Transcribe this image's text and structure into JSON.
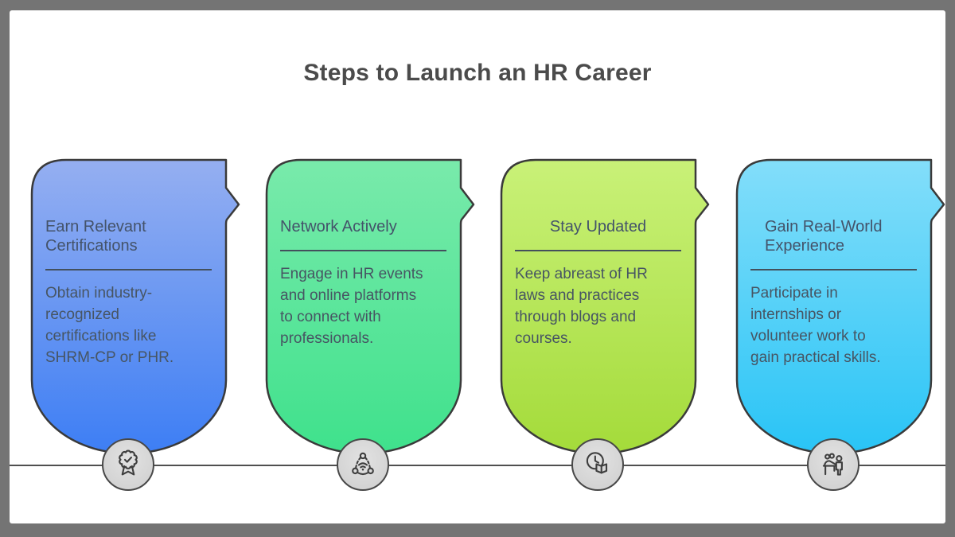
{
  "page": {
    "title": "Steps to Launch an HR Career"
  },
  "colors": {
    "frame": "#747474",
    "page_background": "#ffffff",
    "heading_text": "#4b4b4b",
    "card_text": "#475563",
    "card_outline": "#3a3a3a",
    "divider": "#43505c",
    "baseline": "#4f4f4f",
    "icon_circle_fill": "#d7d7d7",
    "icon_circle_border": "#484848"
  },
  "cards": [
    {
      "title": "Earn Relevant\nCertifications",
      "body": "Obtain industry-\nrecognized\ncertifications like\nSHRM-CP or PHR.",
      "icon": "award-ribbon-icon",
      "gradient_top": "#95aff1",
      "gradient_bottom": "#3d7ef4"
    },
    {
      "title": "Network Actively",
      "body": "Engage in HR events\nand online platforms\nto connect with\nprofessionals.",
      "icon": "network-share-icon",
      "gradient_top": "#79eaab",
      "gradient_bottom": "#3fe18c"
    },
    {
      "title": "Stay Updated",
      "body": "Keep abreast of HR\nlaws and practices\nthrough blogs and\ncourses.",
      "icon": "clock-book-icon",
      "gradient_top": "#c9f178",
      "gradient_bottom": "#a4db3a"
    },
    {
      "title": "Gain Real-World\nExperience",
      "body": "Participate in\ninternships or\nvolunteer work to\ngain practical skills.",
      "icon": "internship-people-icon",
      "gradient_top": "#83defa",
      "gradient_bottom": "#29c4f6"
    }
  ]
}
